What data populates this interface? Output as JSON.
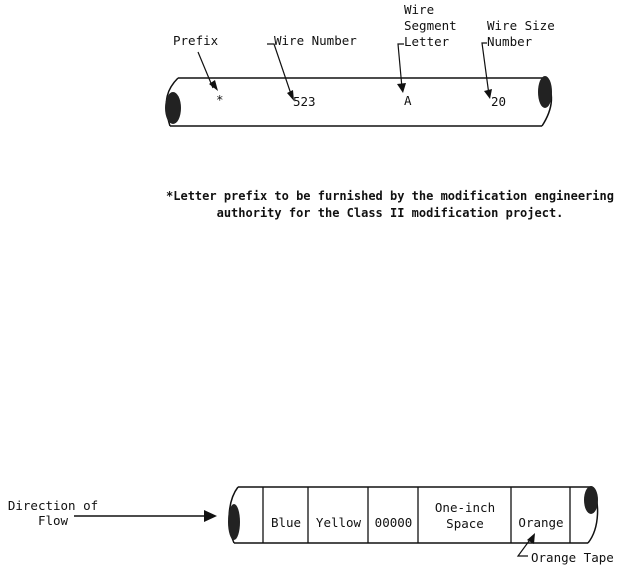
{
  "wire_marking": {
    "labels": {
      "prefix": "Prefix",
      "wire_number": "Wire Number",
      "wire_segment_letter": "Wire\nSegment\nLetter",
      "wire_size_number": "Wire Size\nNumber"
    },
    "values": {
      "prefix": "*",
      "wire_number": "523",
      "wire_segment_letter": "A",
      "wire_size_number": "20"
    },
    "footnote": "*Letter prefix to be furnished by the modification engineering\nauthority for the Class II modification project."
  },
  "color_coding": {
    "direction_label": "Direction of\nFlow",
    "bands": [
      "Blue",
      "Yellow",
      "00000",
      "One-inch\nSpace",
      "Orange"
    ],
    "tape_label": "Orange Tape"
  }
}
